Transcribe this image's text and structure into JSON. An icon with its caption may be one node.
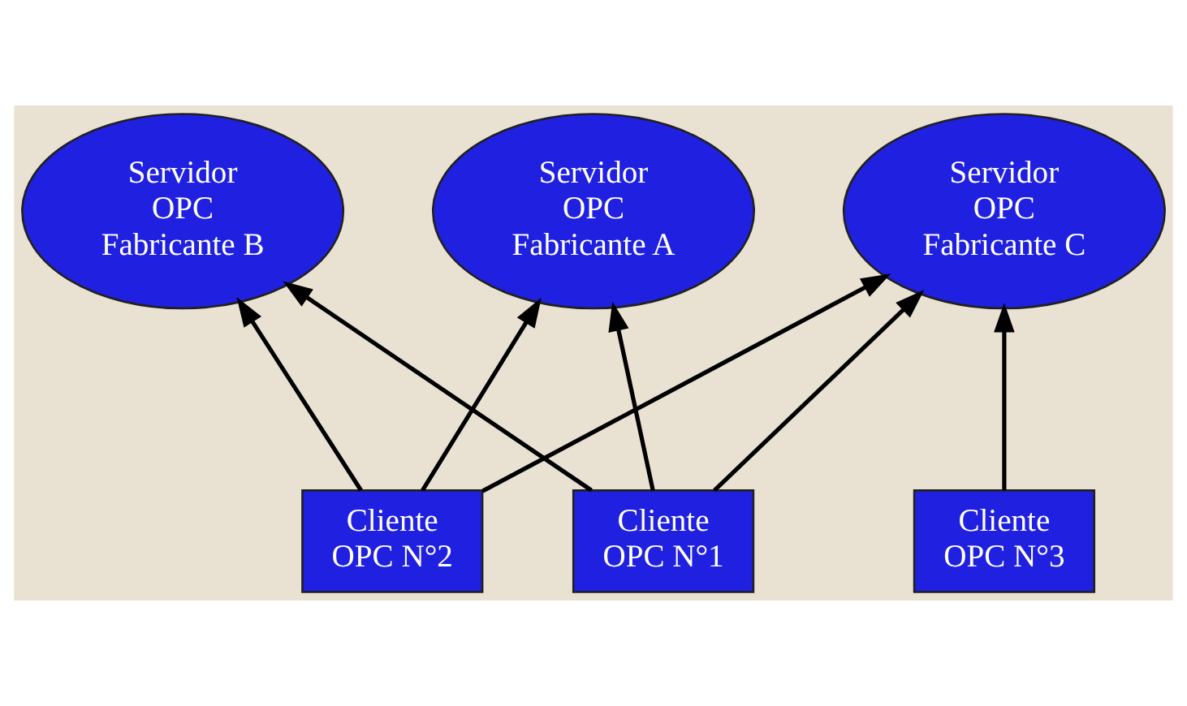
{
  "diagram": {
    "nodes": [
      {
        "text": [
          "Cliente OPC N°1"
        ]
      },
      {
        "text": [
          "Servidor OPC Fabricante A"
        ]
      },
      {
        "text": [
          "Servidor OPC Fabricante B"
        ]
      },
      {
        "text": [
          "Servidor OPC Fabricante C"
        ]
      },
      {
        "text": [
          "Cliente OPC N°2"
        ]
      },
      {
        "text": [
          "Cliente OPC N°3"
        ]
      }
    ],
    "edges": [
      {
        "from": 0,
        "to": 1,
        "arrow": "to"
      },
      {
        "from": 0,
        "to": 2,
        "arrow": "to"
      },
      {
        "from": 0,
        "to": 3,
        "arrow": "to"
      },
      {
        "from": 4,
        "to": 1,
        "arrow": "to"
      },
      {
        "from": 4,
        "to": 2,
        "arrow": "to"
      },
      {
        "from": 4,
        "to": 3,
        "arrow": "to"
      },
      {
        "from": 5,
        "to": 3,
        "arrow": "to"
      }
    ]
  }
}
